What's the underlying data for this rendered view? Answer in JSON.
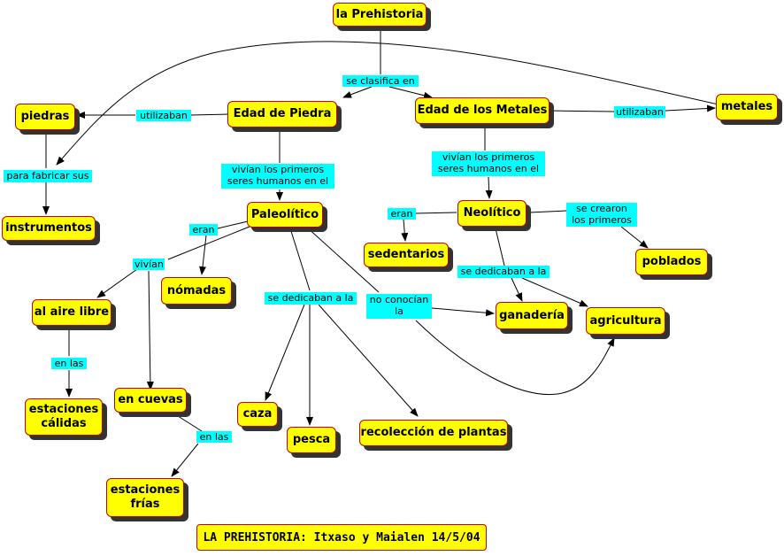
{
  "concepts": {
    "prehistoria": "la Prehistoria",
    "edad_piedra": "Edad de Piedra",
    "edad_metales": "Edad de los Metales",
    "piedras": "piedras",
    "metales": "metales",
    "instrumentos": "instrumentos",
    "paleolitico": "Paleolítico",
    "neolitico": "Neolítico",
    "sedentarios": "sedentarios",
    "poblados": "poblados",
    "nomadas": "nómadas",
    "al_aire_libre": "al aire libre",
    "ganaderia": "ganadería",
    "agricultura": "agricultura",
    "estaciones_calidas": "estaciones\ncálidas",
    "en_cuevas": "en cuevas",
    "caza": "caza",
    "pesca": "pesca",
    "recoleccion": "recolección de plantas",
    "estaciones_frias": "estaciones\nfrías"
  },
  "links": {
    "se_clasifica_en": "se clasifica en",
    "utilizaban_piedra": "utilizaban",
    "utilizaban_metales": "utilizaban",
    "para_fabricar": "para fabricar sus",
    "vivian_primeros_piedra": "vivían los primeros\nseres humanos en el",
    "vivian_primeros_metales": "vivían los primeros\nseres humanos en el",
    "eran_paleo": "eran",
    "eran_neo": "eran",
    "se_crearon": "se crearon\nlos primeros",
    "vivian": "vivían",
    "se_dedicaban_neo": "se dedicaban a la",
    "se_dedicaban_paleo": "se dedicaban a la",
    "no_conocian": "no conocían\nla",
    "en_las_1": "en las",
    "en_las_2": "en las"
  },
  "footer": "LA PREHISTORIA: Itxaso y Maialen 14/5/04",
  "colors": {
    "concept_fill": "#ffff00",
    "concept_border": "#c00000",
    "link_label_fill": "#00ffff",
    "line": "#000000"
  }
}
